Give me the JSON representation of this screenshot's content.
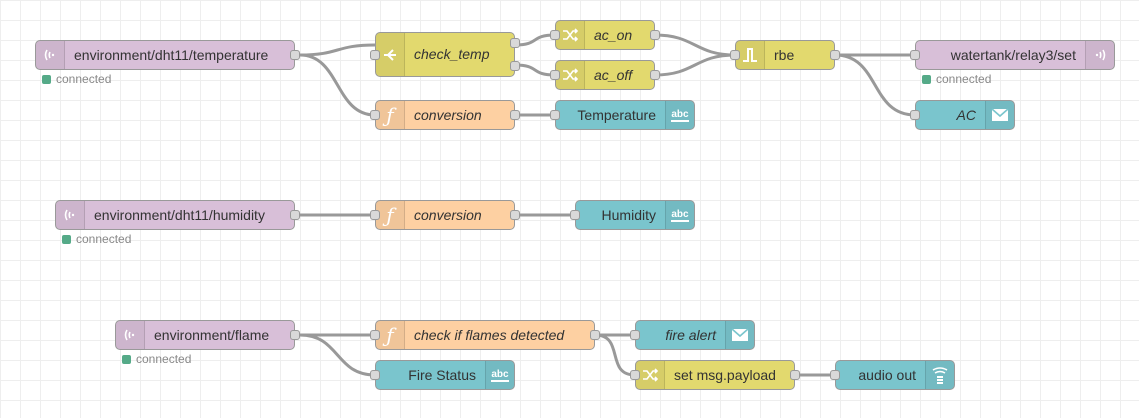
{
  "flow": {
    "nodes": {
      "temp_in": {
        "label": "environment/dht11/temperature",
        "icon": "mqtt-signal-icon",
        "status": "connected"
      },
      "check_temp": {
        "label": "check_temp",
        "icon": "switch-icon"
      },
      "ac_on": {
        "label": "ac_on",
        "icon": "change-shuffle-icon"
      },
      "ac_off": {
        "label": "ac_off",
        "icon": "change-shuffle-icon"
      },
      "rbe": {
        "label": "rbe",
        "icon": "rbe-icon"
      },
      "relay_out": {
        "label": "watertank/relay3/set",
        "icon": "mqtt-signal-icon",
        "status": "connected"
      },
      "conv1": {
        "label": "conversion",
        "icon": "function-icon"
      },
      "temp_text": {
        "label": "Temperature",
        "icon": "abc-text-icon",
        "icon_text": "abc"
      },
      "ac_notify": {
        "label": "AC",
        "icon": "envelope-icon"
      },
      "hum_in": {
        "label": "environment/dht11/humidity",
        "icon": "mqtt-signal-icon",
        "status": "connected"
      },
      "conv2": {
        "label": "conversion",
        "icon": "function-icon"
      },
      "hum_text": {
        "label": "Humidity",
        "icon": "abc-text-icon",
        "icon_text": "abc"
      },
      "flame_in": {
        "label": "environment/flame",
        "icon": "mqtt-signal-icon",
        "status": "connected"
      },
      "check_flames": {
        "label": "check if flames detected",
        "icon": "function-icon"
      },
      "fire_alert": {
        "label": "fire alert",
        "icon": "envelope-icon"
      },
      "fire_status": {
        "label": "Fire Status",
        "icon": "abc-text-icon",
        "icon_text": "abc"
      },
      "set_payload": {
        "label": "set msg.payload",
        "icon": "change-shuffle-icon"
      },
      "audio_out": {
        "label": "audio out",
        "icon": "audio-wave-icon"
      }
    },
    "function_glyph": "ƒ",
    "colors": {
      "mqtt": "#d8bfd8",
      "function": "#fdd0a2",
      "switch": "#e2d96e",
      "ui": "#7ac5cd",
      "wire": "#999999",
      "status_ok": "#55aa88"
    }
  }
}
